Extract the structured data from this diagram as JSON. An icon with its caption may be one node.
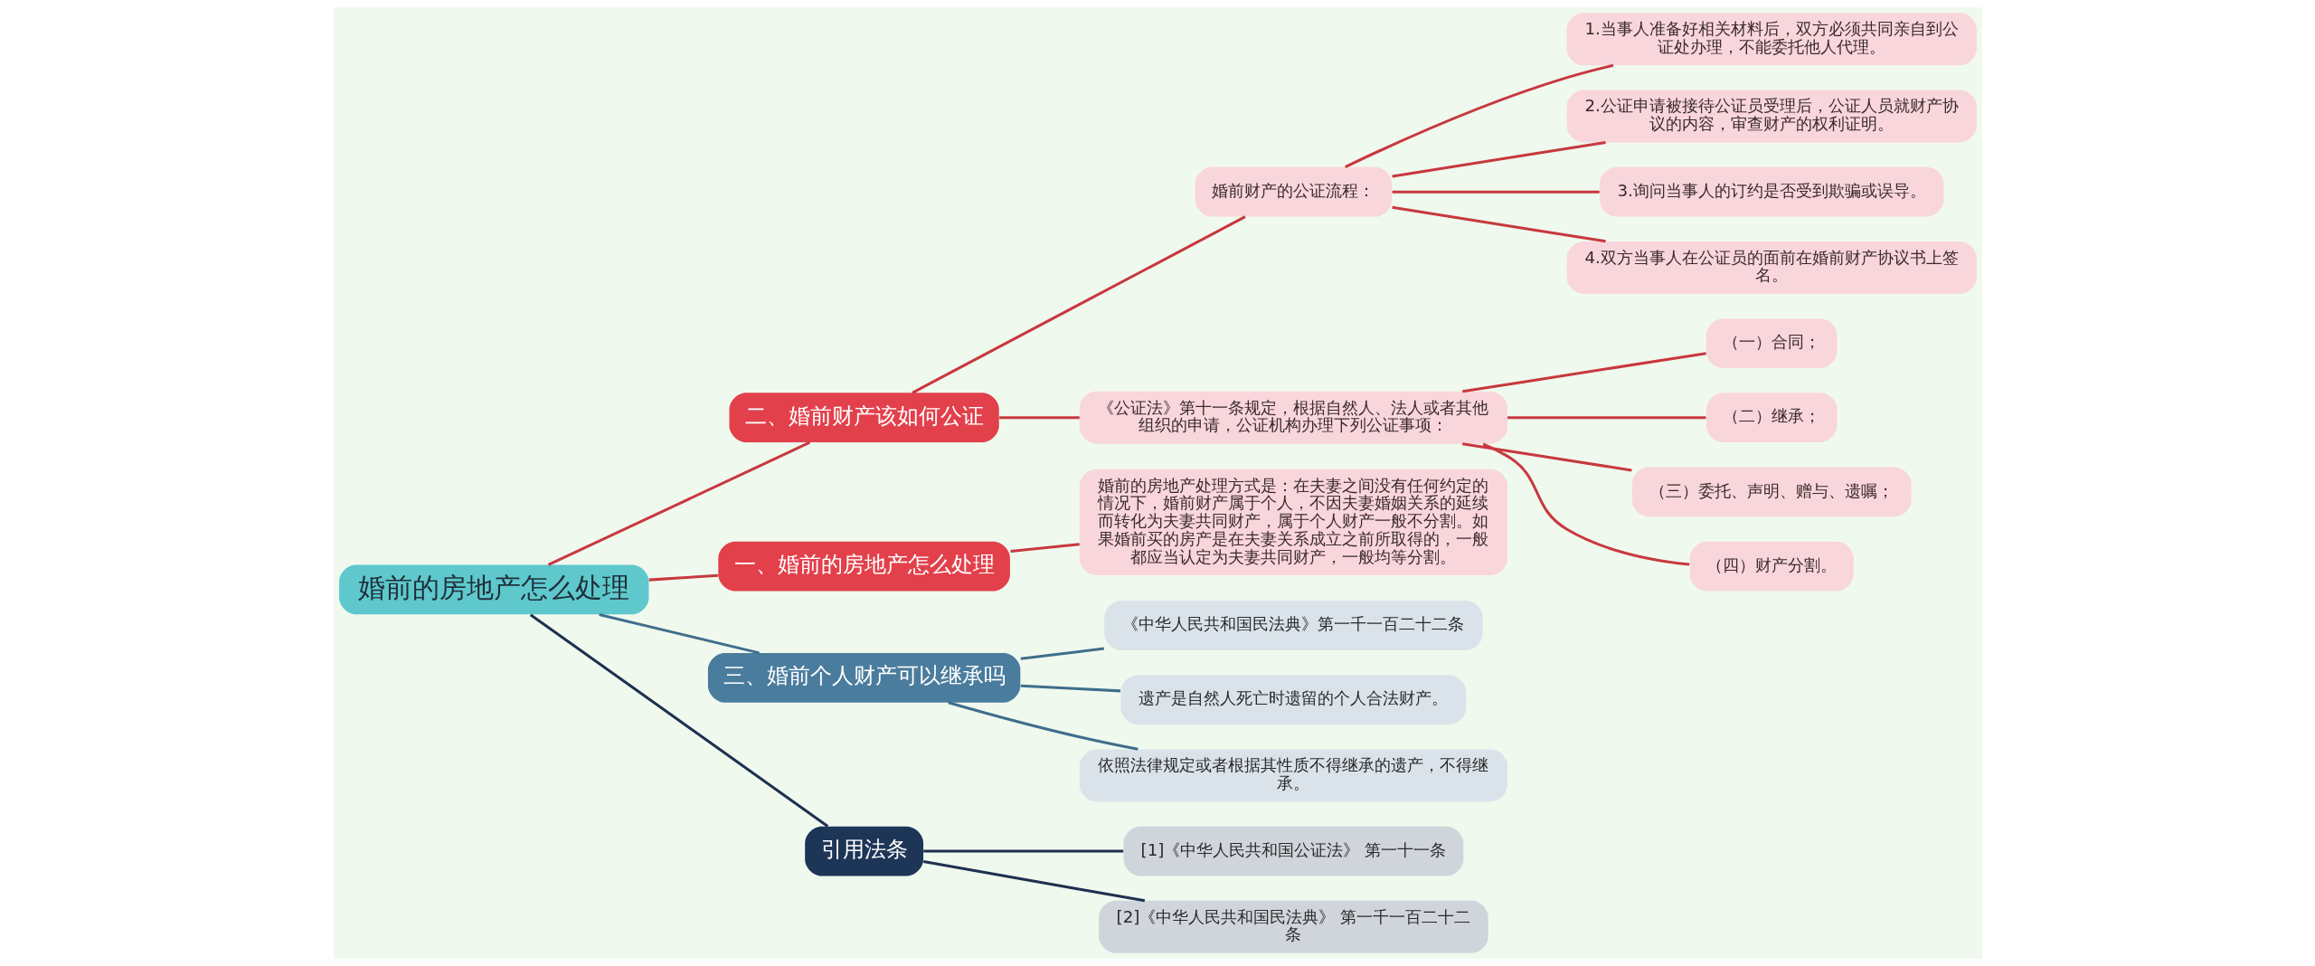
{
  "diagram": {
    "nodes": [
      {
        "text": [
          "婚前的房地产怎么处理"
        ]
      },
      {
        "text": [
          "二、婚前财产该如何公证"
        ]
      },
      {
        "text": [
          "婚前财产的公证流程："
        ]
      },
      {
        "text": [
          "1.当事人准备好相关材料后，双方必须共同亲自到公证处办理，不能委托他人代理。"
        ]
      },
      {
        "text": [
          "2.公证申请被接待公证员受理后，公证人员就财产协议的内容，审查财产的权利证明。"
        ]
      },
      {
        "text": [
          "3.询问当事人的订约是否受到欺骗或误导。"
        ]
      },
      {
        "text": [
          "4.双方当事人在公证员的面前在婚前财产协议书上签名。"
        ]
      },
      {
        "text": [
          "《公证法》第十一条规定，根据自然人、法人或者其他组织的申请，公证机构办理下列公证事项："
        ]
      },
      {
        "text": [
          "（一）合同；"
        ]
      },
      {
        "text": [
          "（二）继承；"
        ]
      },
      {
        "text": [
          "（三）委托、声明、赠与、遗嘱；"
        ]
      },
      {
        "text": [
          "（四）财产分割。"
        ]
      },
      {
        "text": [
          "一、婚前的房地产怎么处理"
        ]
      },
      {
        "text": [
          "婚前的房地产处理方式是：在夫妻之间没有任何约定的情况下，婚前财产属于个人，不因夫妻婚姻关系的延续而转化为夫妻共同财产，属于个人财产一般不分割。如果婚前买的房产是在夫妻关系成立之前所取得的，一般都应当认定为夫妻共同财产，一般均等分割。"
        ]
      },
      {
        "text": [
          "三、婚前个人财产可以继承吗"
        ]
      },
      {
        "text": [
          "《中华人民共和国民法典》第一千一百二十二条"
        ]
      },
      {
        "text": [
          "遗产是自然人死亡时遗留的个人合法财产。"
        ]
      },
      {
        "text": [
          "依照法律规定或者根据其性质不得继承的遗产，不得继承。"
        ]
      },
      {
        "text": [
          "引用法条"
        ]
      },
      {
        "text": [
          "[1]《中华人民共和国公证法》 第一十一条"
        ]
      },
      {
        "text": [
          "[2]《中华人民共和国民法典》 第一千一百二十二条"
        ]
      }
    ],
    "edges": [
      {
        "from": 0,
        "to": 1,
        "arrow": "none"
      },
      {
        "from": 1,
        "to": 2,
        "arrow": "none"
      },
      {
        "from": 2,
        "to": 3,
        "arrow": "none"
      },
      {
        "from": 2,
        "to": 4,
        "arrow": "none"
      },
      {
        "from": 2,
        "to": 5,
        "arrow": "none"
      },
      {
        "from": 2,
        "to": 6,
        "arrow": "none"
      },
      {
        "from": 1,
        "to": 7,
        "arrow": "none"
      },
      {
        "from": 7,
        "to": 8,
        "arrow": "none"
      },
      {
        "from": 7,
        "to": 9,
        "arrow": "none"
      },
      {
        "from": 7,
        "to": 10,
        "arrow": "none"
      },
      {
        "from": 7,
        "to": 11,
        "arrow": "none"
      },
      {
        "from": 0,
        "to": 12,
        "arrow": "none"
      },
      {
        "from": 12,
        "to": 13,
        "arrow": "none"
      },
      {
        "from": 0,
        "to": 14,
        "arrow": "none",
        "color": "#3f6e8c"
      },
      {
        "from": 14,
        "to": 15,
        "arrow": "none",
        "color": "#3f6e8c"
      },
      {
        "from": 14,
        "to": 16,
        "arrow": "none",
        "color": "#3f6e8c"
      },
      {
        "from": 14,
        "to": 17,
        "arrow": "none",
        "color": "#3f6e8c"
      },
      {
        "from": 0,
        "to": 18,
        "arrow": "none",
        "color": "#1d3050"
      },
      {
        "from": 18,
        "to": 19,
        "arrow": "none",
        "color": "#1d3050"
      },
      {
        "from": 18,
        "to": 20,
        "arrow": "none",
        "color": "#1d3050"
      }
    ]
  }
}
